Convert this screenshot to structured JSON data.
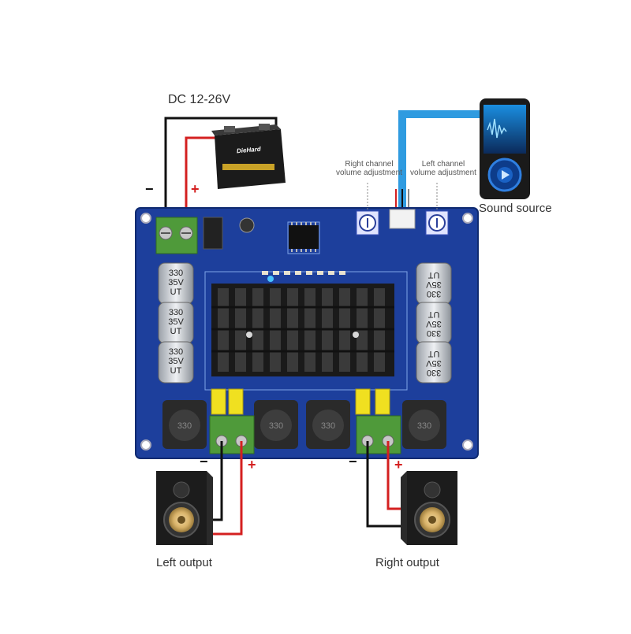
{
  "power": {
    "label": "DC 12-26V",
    "minus": "−",
    "plus": "+"
  },
  "battery": {
    "brand": "DieHard"
  },
  "right_volume": {
    "label_line1": "Right channel",
    "label_line2": "volume adjustment"
  },
  "left_volume": {
    "label_line1": "Left channel",
    "label_line2": "volume adjustment"
  },
  "sound_source": {
    "label": "Sound source"
  },
  "left_output": {
    "label": "Left output",
    "minus": "−",
    "plus": "+"
  },
  "right_output": {
    "label": "Right output",
    "minus": "−",
    "plus": "+"
  },
  "capacitor": {
    "line1": "330",
    "line2": "35V",
    "line3": "UT"
  },
  "inductor": {
    "label": "330"
  },
  "colors": {
    "board": "#1d3f9c",
    "wire_black": "#111111",
    "wire_red": "#d42020",
    "wire_blue": "#2f9be0",
    "terminal_green": "#4f9a3a",
    "heatsink": "#1a1a1a"
  }
}
